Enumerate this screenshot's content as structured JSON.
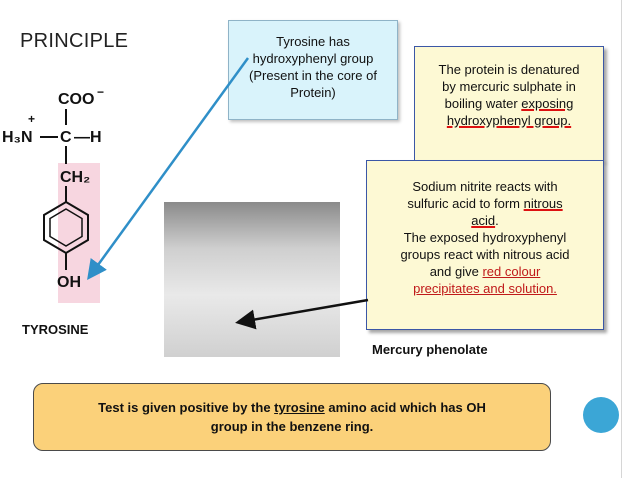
{
  "slide": {
    "title": "PRINCIPLE",
    "molecule_label": "TYROSINE",
    "caption": "Mercury phenolate",
    "structure": {
      "coo": "COO",
      "coo_charge": "−",
      "n_plus": "+",
      "h3n": "H₃N",
      "alpha_c": "C",
      "alpha_h": "—H",
      "ch2": "CH₂",
      "oh": "OH"
    },
    "box1": {
      "lines": [
        "Tyrosine has",
        "hydroxyphenyl group",
        "(Present in the core of",
        "Protein)"
      ]
    },
    "box2": {
      "line1": "The protein is denatured",
      "line2": "by mercuric sulphate in",
      "line3_prefix": "boiling water ",
      "line3_ul": "exposing",
      "line4_ul": "hydroxyphenyl group."
    },
    "box3": {
      "line1": "Sodium nitrite reacts with",
      "line2_prefix": "sulfuric acid to form ",
      "line2_ul": "nitrous",
      "line3_ul": "acid",
      "line3_suffix": ".",
      "line4": "The exposed hydroxyphenyl",
      "line5": "groups react with nitrous acid",
      "line6_prefix": "and give ",
      "line6_red": "red colour",
      "line7_red": "precipitates and solution."
    },
    "bottom": {
      "prefix": "Test is given positive by the ",
      "underlined": "tyrosine",
      "suffix": " amino acid which has OH",
      "line2": "group in the benzene ring."
    },
    "colors": {
      "box1_bg": "#d9f3fb",
      "note_bg": "#fdf9d4",
      "bottom_bg": "#fbd17a",
      "accent_circle": "#3ba6d6",
      "solution_red": "#c0201a",
      "arrow_blue": "#2f8fc8"
    }
  }
}
